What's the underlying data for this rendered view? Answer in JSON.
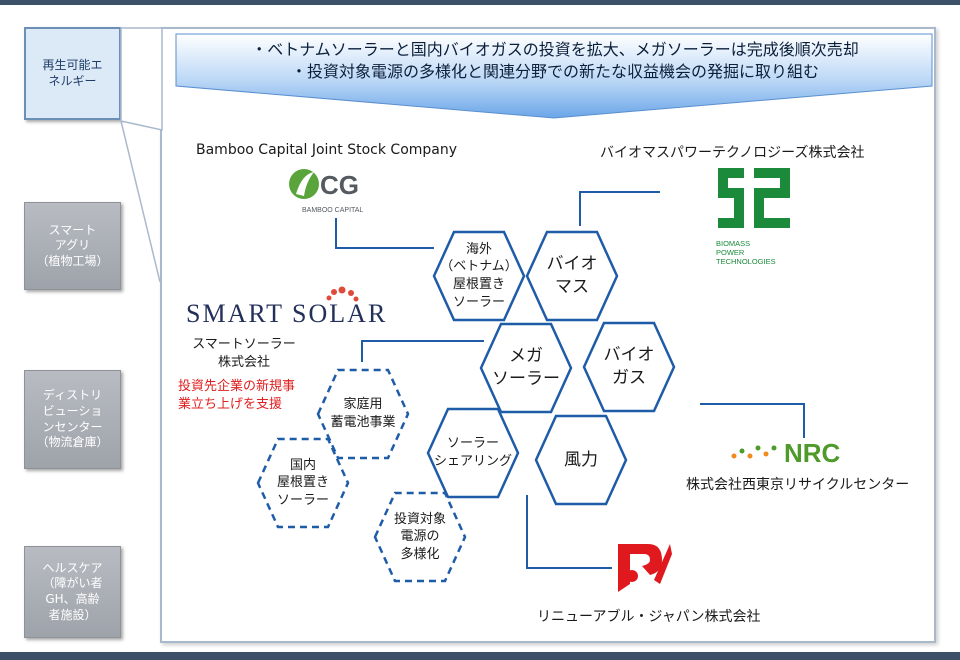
{
  "sidebar": {
    "tabs": [
      {
        "label": "再生可能エ\nネルギー",
        "active": true
      },
      {
        "label": "スマート\nアグリ\n（植物工場）",
        "active": false
      },
      {
        "label": "ディストリ\nビューショ\nンセンター\n（物流倉庫）",
        "active": false
      },
      {
        "label": "ヘルスケア\n（障がい者\nGH、高齢\n者施設）",
        "active": false
      }
    ]
  },
  "banner": {
    "line1": "・ベトナムソーラーと国内バイオガスの投資を拡大、メガソーラーは完成後順次売却",
    "line2": "・投資対象電源の多様化と関連分野での新たな収益機会の発掘に取り組む"
  },
  "companies": {
    "bamboo": {
      "name": "Bamboo Capital Joint Stock Company",
      "logo_text": "CG",
      "logo_sub": "BAMBOO CAPITAL"
    },
    "biomass": {
      "name": "バイオマスパワーテクノロジーズ株式会社",
      "logo_sub1": "BIOMASS",
      "logo_sub2": "POWER",
      "logo_sub3": "TECHNOLOGIES"
    },
    "smart_solar": {
      "logo_text": "SMART SOLAR",
      "name": "スマートソーラー\n株式会社",
      "note": "投資先企業の新規事\n業立ち上げを支援"
    },
    "nrc": {
      "name": "株式会社西東京リサイクルセンター",
      "logo_text": "NRC"
    },
    "renewable": {
      "name": "リニューアブル・ジャパン株式会社"
    }
  },
  "hexagons": {
    "overseas": "海外\n（ベトナム）\n屋根置き\nソーラー",
    "biomass": "バイオ\nマス",
    "mega": "メガ\nソーラー",
    "biogas": "バイオ\nガス",
    "sharing": "ソーラー\nシェアリング",
    "wind": "風力",
    "battery": "家庭用\n蓄電池事業",
    "domestic": "国内\n屋根置き\nソーラー",
    "diversify": "投資対象\n電源の\n多様化"
  },
  "colors": {
    "hex_stroke": "#1f5ca8",
    "banner_top": "#ffffff",
    "banner_bottom": "#6aa6e8",
    "accent_red": "#e02020",
    "bcg_green": "#5aa43c",
    "biomass_green": "#1b8a3a",
    "nrc_green": "#4e9a2a",
    "nrc_orange": "#f08a1c",
    "renewable_red": "#e0191e"
  }
}
